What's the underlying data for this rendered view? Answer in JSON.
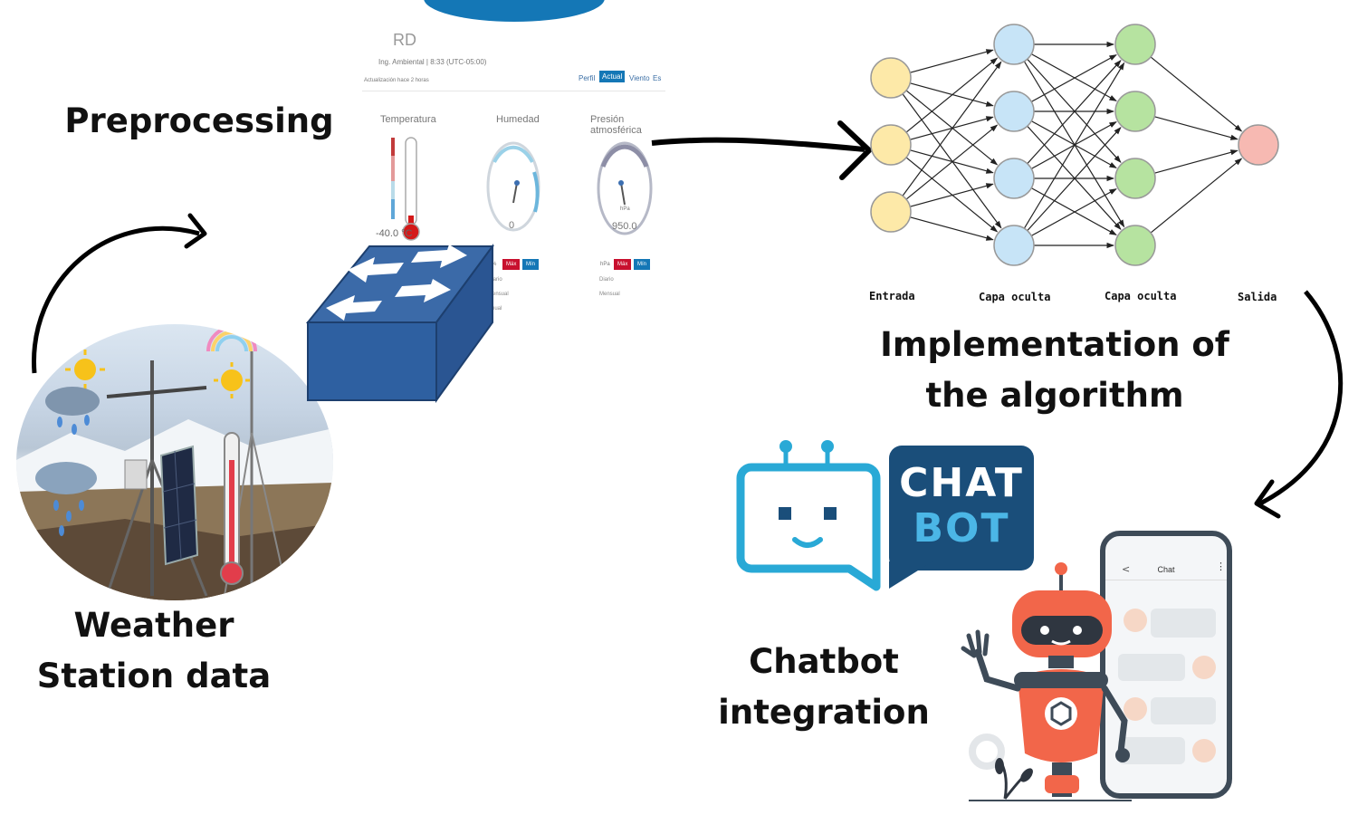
{
  "labels": {
    "weather": [
      "Weather",
      "Station data"
    ],
    "preprocessing": "Preprocessing",
    "implementation": [
      "Implementation of",
      "the algorithm"
    ],
    "chatbot": [
      "Chatbot",
      "integration"
    ]
  },
  "dashboard": {
    "title": "RD",
    "subtitle": "Ing. Ambiental | 8:33 (UTC-05:00)",
    "update_note": "Actualización hace 2 horas",
    "tabs": [
      "Perfil",
      "Actual",
      "Viento",
      "Es"
    ],
    "panels": [
      {
        "title": "Temperatura",
        "reading": "-40.0 °C"
      },
      {
        "title": "Humedad",
        "reading": "0"
      },
      {
        "title": "Presión atmosférica",
        "reading": "950.0",
        "unit": "hPa"
      }
    ],
    "stats_buttons": [
      "Máx",
      "Mín"
    ],
    "stats_unit_humidity": "%",
    "stats_unit_pressure": "hPa",
    "stats_rows": [
      "Diario",
      "Mensual",
      "Anual"
    ]
  },
  "neural_network": {
    "layers": [
      {
        "label": "Entrada",
        "nodes": 3,
        "color": "#fde9a8"
      },
      {
        "label": "Capa oculta",
        "nodes": 4,
        "color": "#c7e4f7"
      },
      {
        "label": "Capa oculta",
        "nodes": 4,
        "color": "#b6e3a0"
      },
      {
        "label": "Salida",
        "nodes": 1,
        "color": "#f7b9b2"
      }
    ]
  },
  "chatbot_logo": {
    "line1": "CHAT",
    "line2": "BOT"
  },
  "phone": {
    "header": "Chat",
    "back": "<"
  },
  "colors": {
    "switch_top": "#3b6aa8",
    "switch_side": "#2a5592",
    "logo_blue": "#1a4e7a",
    "robot_orange": "#f2664a",
    "icon_cyan": "#29a9d6"
  }
}
